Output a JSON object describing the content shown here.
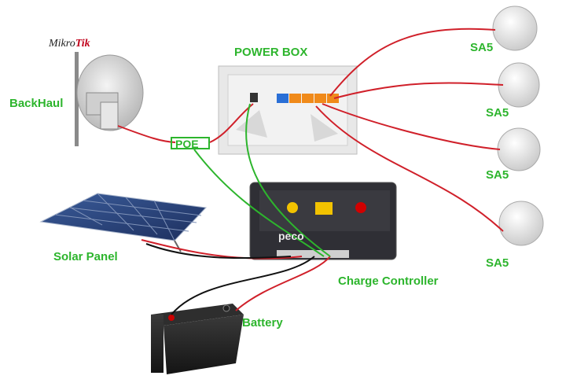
{
  "labels": {
    "power_box": "POWER BOX",
    "backhaul": "BackHaul",
    "poe": "POE",
    "solar_panel": "Solar Panel",
    "charge_controller": "Charge Controller",
    "battery": "Battery",
    "sa5_1": "SA5",
    "sa5_2": "SA5",
    "sa5_3": "SA5",
    "sa5_4": "SA5"
  },
  "logo": {
    "prefix": "Mikro",
    "suffix": "Tik"
  },
  "controller": {
    "brand": "peco"
  },
  "colors": {
    "label_green": "#2db52d",
    "wire_red": "#d0202a",
    "wire_green": "#2db52d",
    "wire_black": "#111111",
    "port_orange": "#f08a1a",
    "port_blue": "#2a6fd6"
  },
  "icons": [
    "mikrotik-logo",
    "dish-antenna-icon",
    "power-box-icon",
    "sector-antenna-icon",
    "solar-panel-icon",
    "charge-controller-icon",
    "battery-icon"
  ]
}
